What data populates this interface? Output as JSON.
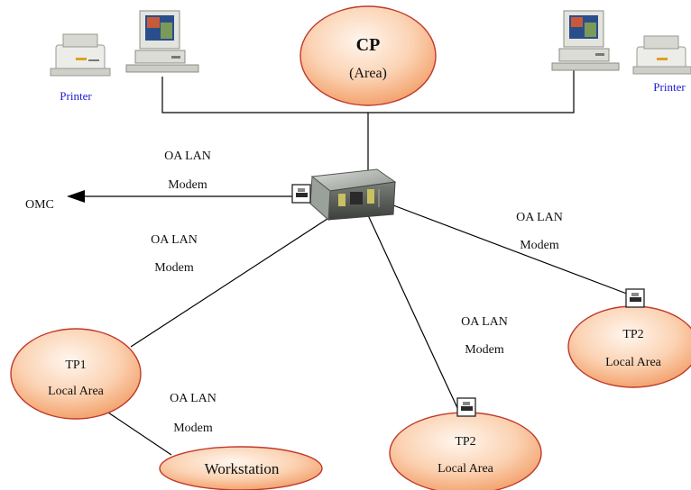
{
  "cp_node": {
    "title": "CP",
    "subtitle": "(Area)"
  },
  "printers": {
    "left_label": "Printer",
    "right_label": "Printer"
  },
  "omc": {
    "label": "OMC"
  },
  "link_labels": {
    "omc_link": {
      "line1": "OA LAN",
      "line2": "Modem"
    },
    "tp1_link": {
      "line1": "OA LAN",
      "line2": "Modem"
    },
    "tp2_right_link": {
      "line1": "OA LAN",
      "line2": "Modem"
    },
    "tp2_bottom_link": {
      "line1": "OA LAN",
      "line2": "Modem"
    },
    "workstation_link": {
      "line1": "OA LAN",
      "line2": "Modem"
    }
  },
  "nodes": {
    "tp1": {
      "line1": "TP1",
      "line2": "Local Area"
    },
    "tp2_right": {
      "line1": "TP2",
      "line2": "Local Area"
    },
    "tp2_bottom": {
      "line1": "TP2",
      "line2": "Local Area"
    },
    "workstation": {
      "label": "Workstation"
    }
  },
  "colors": {
    "ellipse_fill_light": "#fff4ea",
    "ellipse_fill_dark": "#f7b07c",
    "ellipse_stroke": "#c0392b",
    "printer_label": "#1a1ad6",
    "line": "#000000"
  }
}
